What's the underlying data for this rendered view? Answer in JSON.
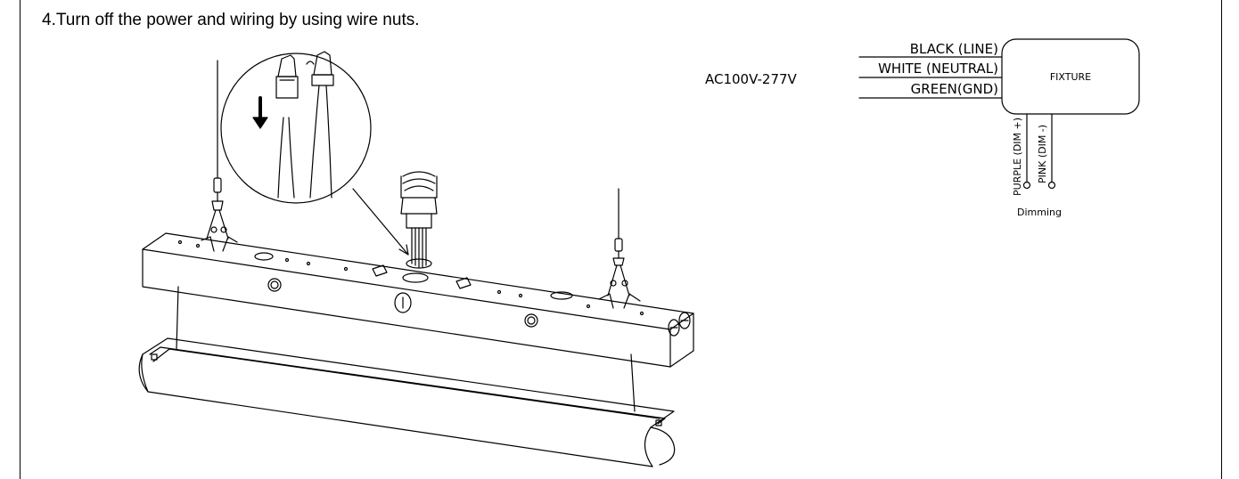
{
  "instruction": "4.Turn off the power and wiring by using wire nuts.",
  "wiring": {
    "voltage": "AC100V-277V",
    "wires": {
      "line": "BLACK (LINE)",
      "neutral": "WHITE (NEUTRAL)",
      "ground": "GREEN(GND)"
    },
    "fixture_label": "FIXTURE",
    "dim_plus": "PURPLE (DIM +)",
    "dim_minus": "PINK (DIM -)",
    "dimming_label": "Dimming"
  }
}
